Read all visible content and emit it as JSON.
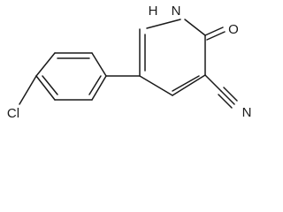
{
  "molecule": {
    "atoms": {
      "nh": "H",
      "n1": "N",
      "oxygen": "O",
      "nitrile_n": "N",
      "chlorine": "Cl"
    }
  }
}
